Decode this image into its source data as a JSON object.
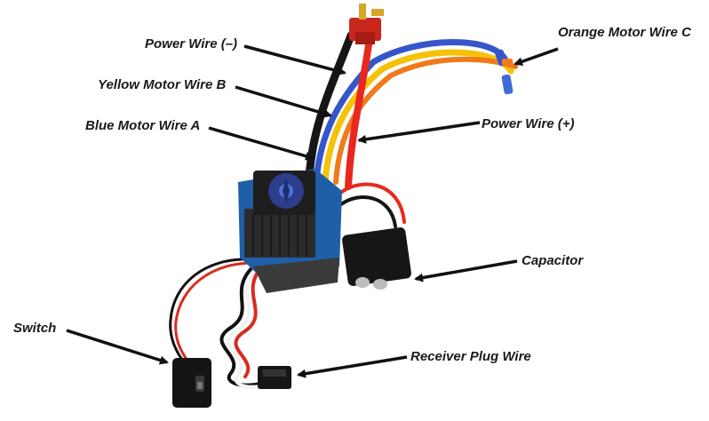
{
  "labels": {
    "power_neg": "Power Wire (–)",
    "yellow_b": "Yellow Motor Wire B",
    "blue_a": "Blue Motor Wire A",
    "orange_c": "Orange Motor Wire C",
    "power_pos": "Power Wire (+)",
    "capacitor": "Capacitor",
    "switch": "Switch",
    "receiver": "Receiver Plug Wire"
  },
  "colors": {
    "esc_body": "#1f5fa8",
    "heatsink": "#2b2b2b",
    "wire_black": "#151515",
    "wire_red": "#e8281e",
    "wire_yellow": "#f5c20a",
    "wire_blue": "#3556c9",
    "wire_orange": "#f07a1c",
    "connector": "#c8251b",
    "label_text": "#1a1a1a"
  }
}
